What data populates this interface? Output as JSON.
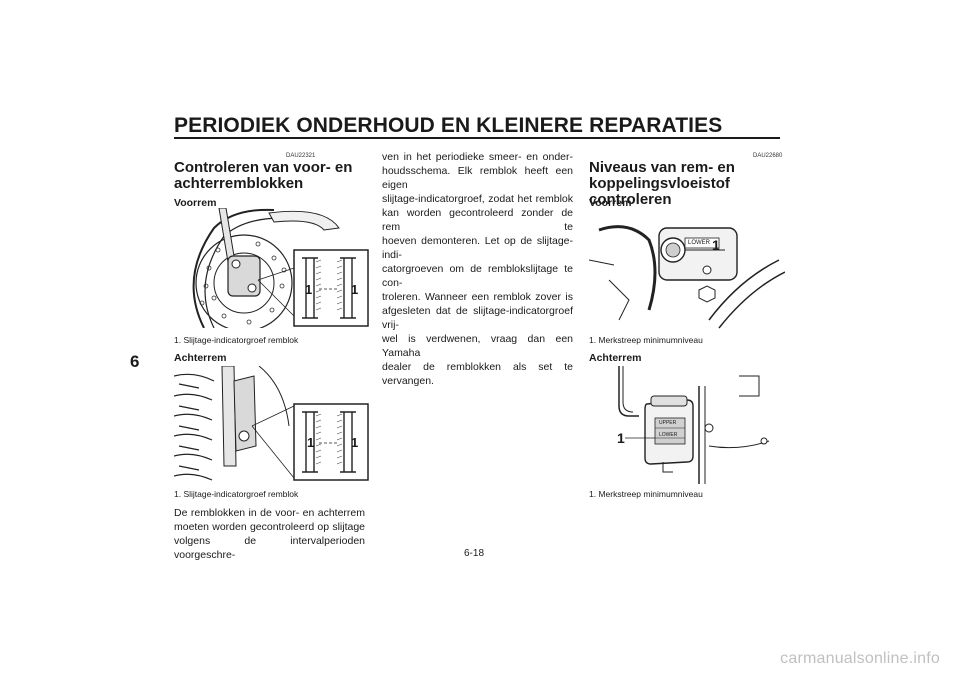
{
  "page": {
    "header": "PERIODIEK ONDERHOUD EN KLEINERE REPARATIES",
    "chapter_tab": "6",
    "page_number": "6-18",
    "watermark": "carmanualsonline.info"
  },
  "left": {
    "code": "DAU22321",
    "title_line1": "Controleren van voor- en",
    "title_line2": "achterremblokken",
    "front_label": "Voorrem",
    "front_callout": "1",
    "front_caption": "1. Slijtage-indicatorgroef remblok",
    "rear_label": "Achterrem",
    "rear_callout": "1",
    "rear_caption": "1. Slijtage-indicatorgroef remblok",
    "body_lines": [
      "De remblokken in de voor- en achterrem",
      "moeten worden gecontroleerd op slijtage",
      "volgens de intervalperioden voorgeschre-"
    ]
  },
  "middle": {
    "body_lines": [
      "ven in het periodieke smeer- en onder-",
      "houdsschema. Elk remblok heeft een eigen",
      "slijtage-indicatorgroef, zodat het remblok",
      "kan worden gecontroleerd zonder de rem te",
      "hoeven demonteren. Let op de slijtage-indi-",
      "catorgroeven om de remblokslijtage te con-",
      "troleren. Wanneer een remblok zover is",
      "afgesleten dat de slijtage-indicatorgroef vrij-",
      "wel is verdwenen, vraag dan een Yamaha",
      "dealer de remblokken als set te vervangen."
    ]
  },
  "right": {
    "code": "DAU22680",
    "title_line1": "Niveaus van rem- en",
    "title_line2": "koppelingsvloeistof controleren",
    "front_label": "Voorrem",
    "front_callout": "1",
    "front_lower_label": "LOWER",
    "front_caption": "1. Merkstreep minimumniveau",
    "rear_label": "Achterrem",
    "rear_callout": "1",
    "rear_upper_label": "UPPER",
    "rear_lower_label": "LOWER",
    "rear_caption": "1. Merkstreep minimumniveau"
  }
}
